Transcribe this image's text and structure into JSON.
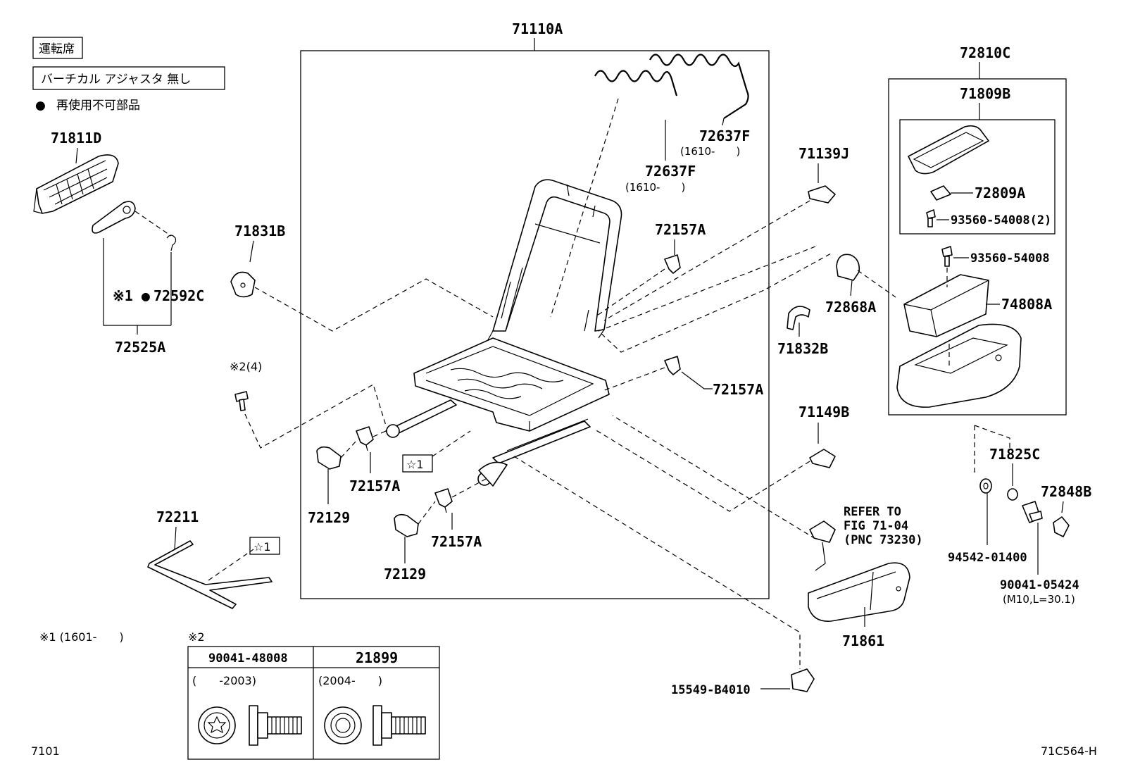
{
  "header": {
    "seat_position": "運転席",
    "condition": "バーチカル アジャスタ 無し",
    "legend_bullet": "●",
    "legend_text": "再使用不可部品"
  },
  "labels": {
    "p71110A": "71110A",
    "p72810C": "72810C",
    "p71809B": "71809B",
    "p72809A": "72809A",
    "p93560_54008_2": "93560-54008(2)",
    "p93560_54008": "93560-54008",
    "p74808A": "74808A",
    "p72868A": "72868A",
    "p71832B": "71832B",
    "p71811D": "71811D",
    "p71831B": "71831B",
    "p72592C": "72592C",
    "p72592C_prefix": "※1 ●",
    "p72525A": "72525A",
    "p72637F_a": "72637F",
    "p72637F_a_range": "(1610-　　)",
    "p72637F_b": "72637F",
    "p72637F_b_range": "(1610-　　)",
    "p71139J": "71139J",
    "p72157A_1": "72157A",
    "p72157A_2": "72157A",
    "p72157A_3": "72157A",
    "p72157A_4": "72157A",
    "p72129_1": "72129",
    "p72129_2": "72129",
    "p72211": "72211",
    "p71149B": "71149B",
    "p71825C": "71825C",
    "p72848B": "72848B",
    "p94542_01400": "94542-01400",
    "p90041_05424": "90041-05424",
    "p90041_05424_spec": "(M10,L=30.1)",
    "p71861": "71861",
    "p15549_B4010": "15549-B4010",
    "refer_1": "REFER TO",
    "refer_2": "FIG 71-04",
    "refer_3": "(PNC 73230)",
    "star1_a": "☆1",
    "star1_b": "☆1",
    "note2_qty": "※2(4)"
  },
  "footnotes": {
    "note1": "※1 (1601-　　)",
    "note2_mark": "※2",
    "table_col1_part": "90041-48008",
    "table_col1_range": "(　　-2003)",
    "table_col2_part": "21899",
    "table_col2_range": "(2004-　　)"
  },
  "footer": {
    "page_left": "7101",
    "page_right": "71C564-H"
  }
}
